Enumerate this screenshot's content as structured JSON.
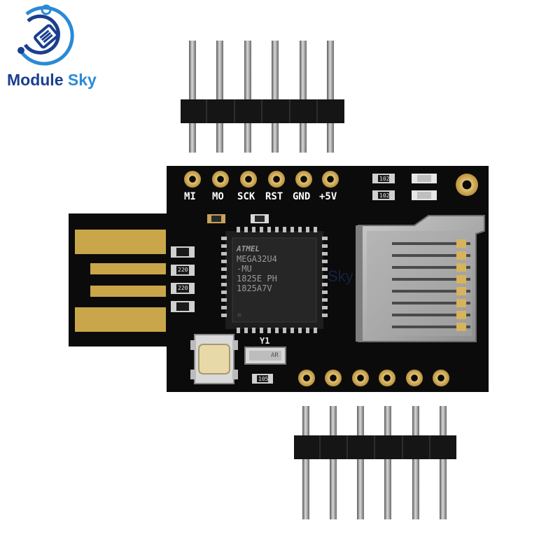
{
  "brand": {
    "name_part1": "Module",
    "name_part2": "Sky",
    "watermark": "Sky"
  },
  "board": {
    "header_labels": [
      "MI",
      "MO",
      "SCK",
      "RST",
      "GND",
      "+5V"
    ],
    "chip_lines": [
      "MEGA32U4",
      "-MU",
      "1825E  PH",
      "1825A7V"
    ],
    "chip_logo": "ATMEL",
    "crystal_label": "Y1",
    "crystal_marking": "AR",
    "resistor_labels": [
      "220",
      "220",
      "102",
      "102",
      "105"
    ]
  },
  "colors": {
    "pcb": "#0b0b0b",
    "pad_gold": "#d6b15a",
    "usb_gold": "#c9a64a",
    "header_plastic": "#151515",
    "pin_metal": "#8e8e8e",
    "brand_blue": "#1a3f8f",
    "brand_light": "#2a8ad6"
  }
}
